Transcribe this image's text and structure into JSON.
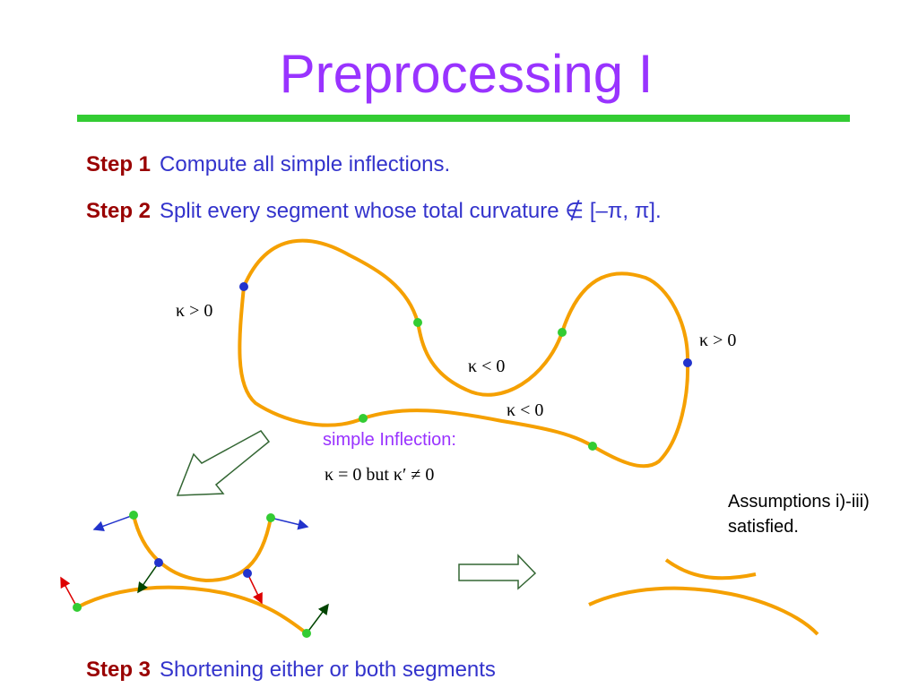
{
  "title": "Preprocessing I",
  "steps": {
    "s1": {
      "label": "Step 1",
      "text": "Compute all simple inflections."
    },
    "s2": {
      "label": "Step 2",
      "text": "Split every segment whose total curvature ∉ [–π, π]."
    },
    "s3": {
      "label": "Step 3",
      "text": "Shortening either or both segments"
    }
  },
  "labels": {
    "k_pos_left": "κ > 0",
    "k_pos_right": "κ > 0",
    "k_neg_mid": "κ < 0",
    "k_neg_low": "κ < 0",
    "inflection_title": "simple Inflection:",
    "inflection_cond": "κ = 0 but κ′ ≠ 0",
    "assumption_line1": "Assumptions i)-iii)",
    "assumption_line2": "satisfied."
  },
  "colors": {
    "title": "#9933ff",
    "rule": "#33cc33",
    "step_label": "#990000",
    "step_text": "#3333cc",
    "curve": "#f5a000",
    "inflection_point": "#33cc33",
    "split_point": "#2233cc"
  }
}
